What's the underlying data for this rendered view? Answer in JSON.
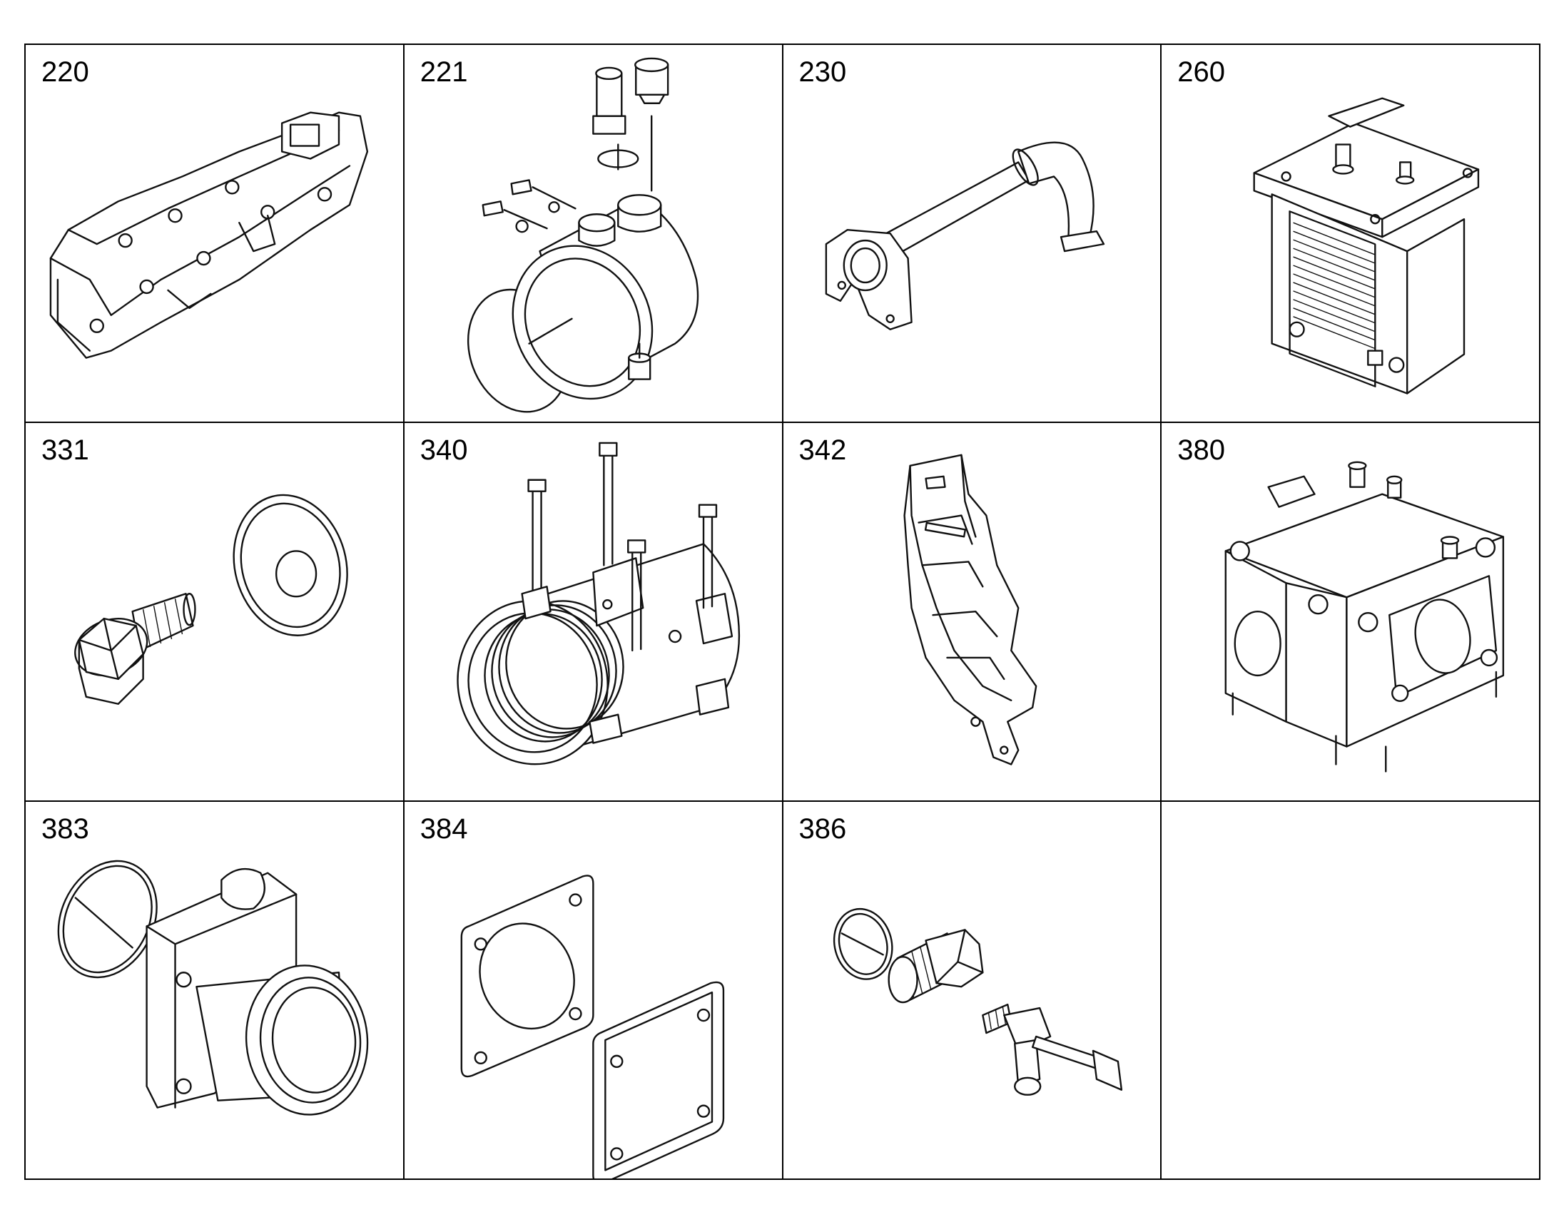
{
  "parts": [
    {
      "number": "220",
      "icon": "intake-manifold-icon"
    },
    {
      "number": "221",
      "icon": "connection-housing-icon"
    },
    {
      "number": "230",
      "icon": "pipe-assembly-icon"
    },
    {
      "number": "260",
      "icon": "heat-exchanger-icon"
    },
    {
      "number": "331",
      "icon": "bolt-washer-icon"
    },
    {
      "number": "340",
      "icon": "compressor-icon"
    },
    {
      "number": "342",
      "icon": "bracket-icon"
    },
    {
      "number": "380",
      "icon": "valve-housing-icon"
    },
    {
      "number": "383",
      "icon": "flange-elbow-icon"
    },
    {
      "number": "384",
      "icon": "gasket-cover-icon"
    },
    {
      "number": "386",
      "icon": "drain-tap-icon"
    },
    {
      "number": "",
      "icon": ""
    }
  ]
}
